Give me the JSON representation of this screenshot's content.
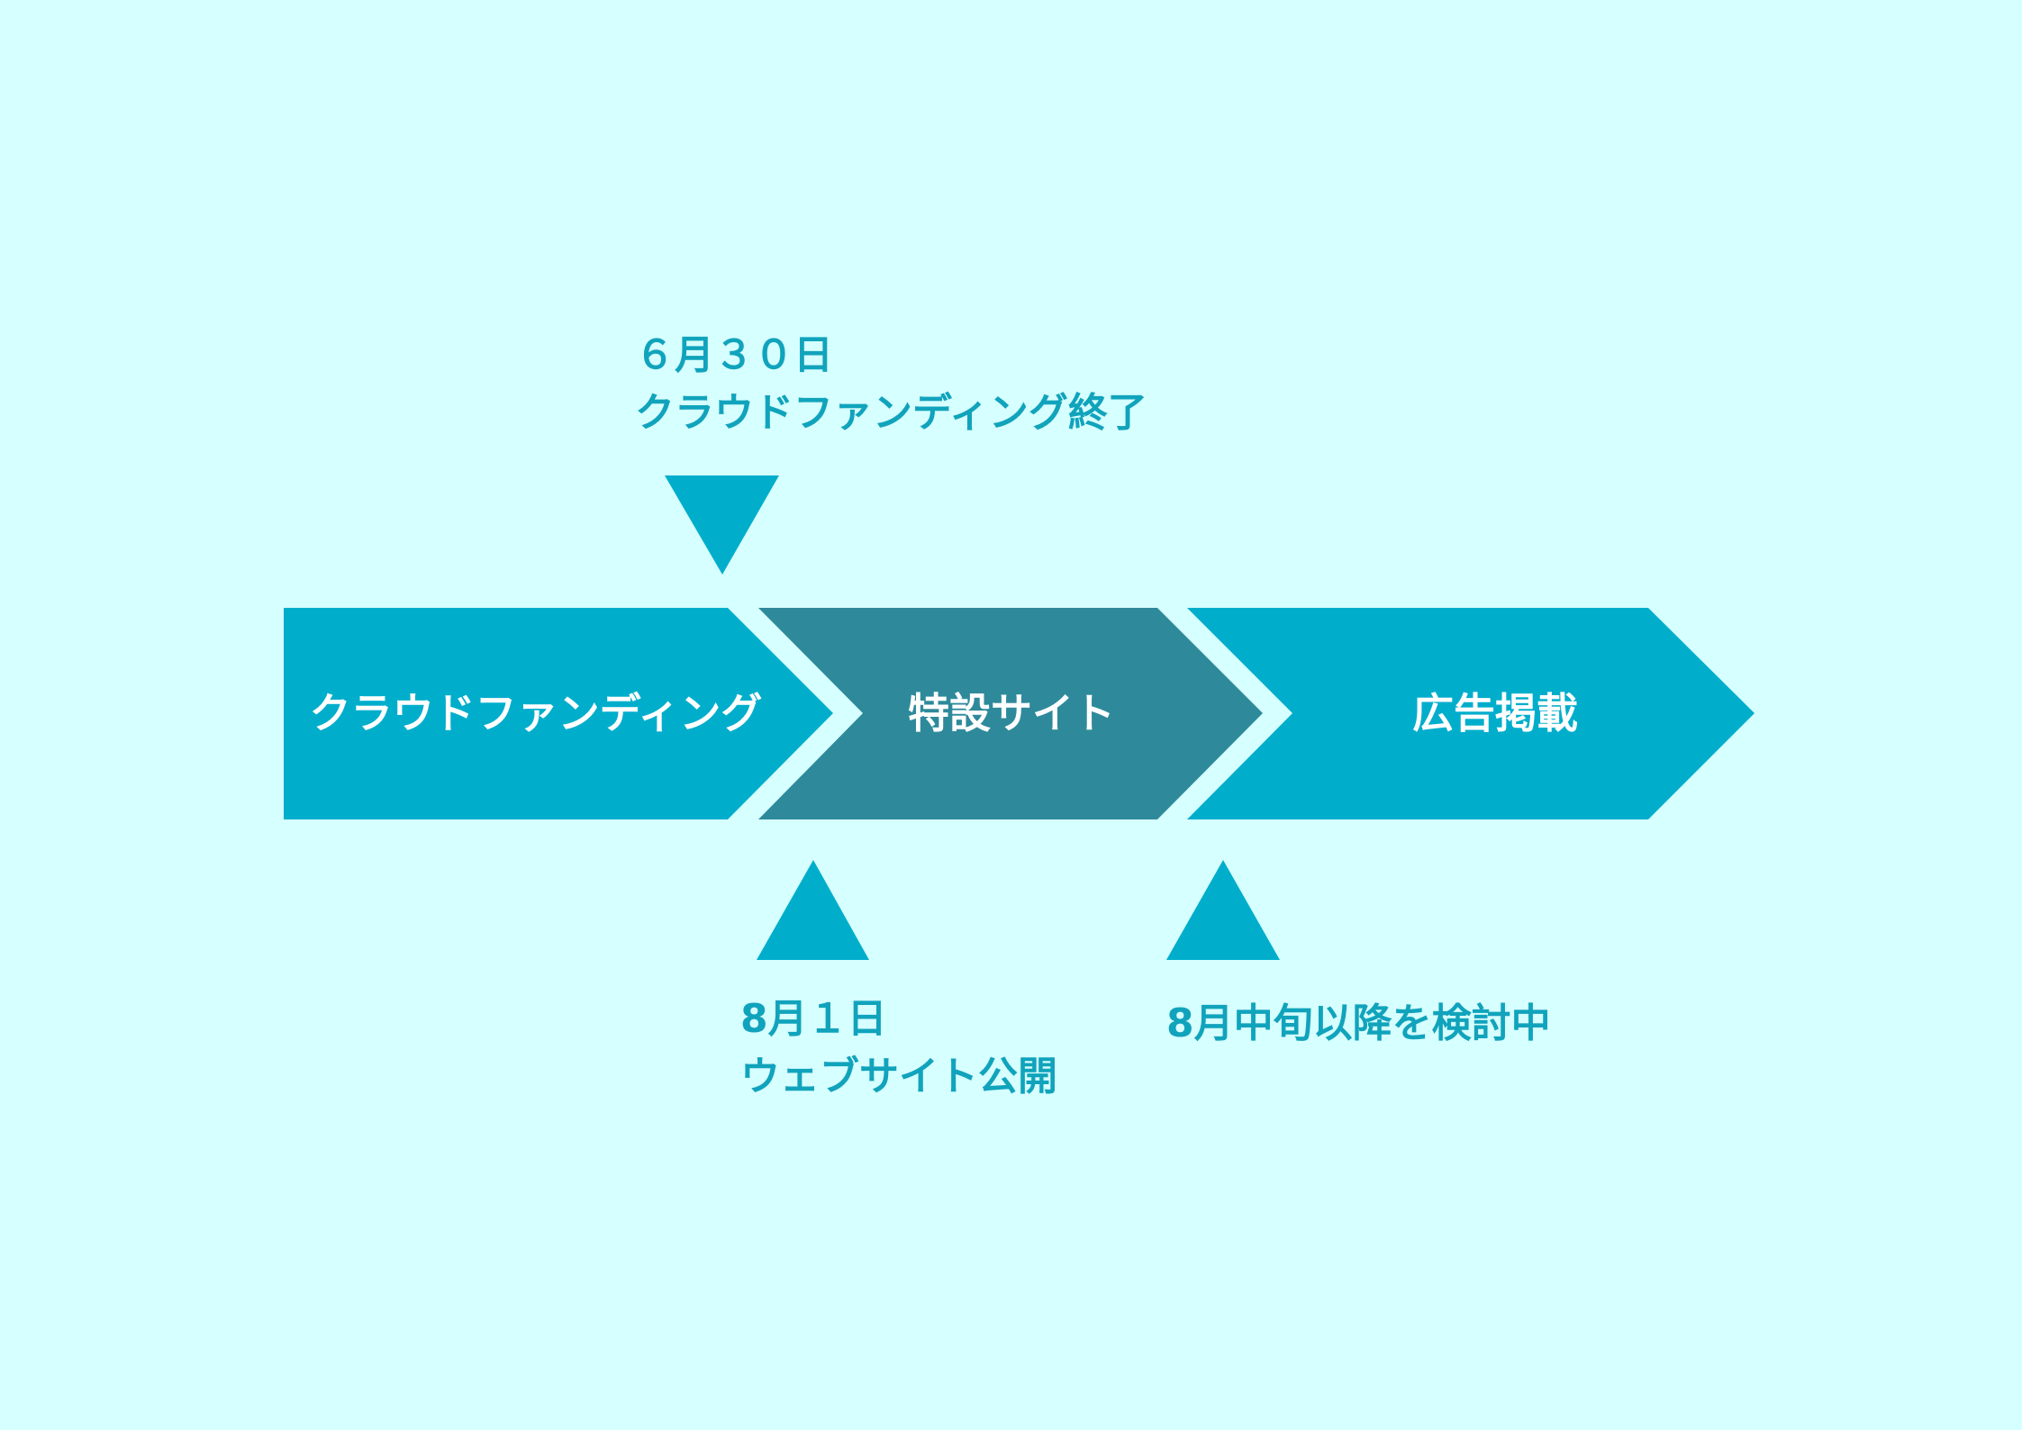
{
  "colors": {
    "background": "#d6ffff",
    "stage_primary": "#00aecc",
    "stage_secondary": "#2e8a9b",
    "marker": "#00aecc",
    "stage_text": "#ffffff",
    "note_text": "#11a3bc"
  },
  "stages": [
    {
      "label": "クラウドファンディング"
    },
    {
      "label": "特設サイト"
    },
    {
      "label": "広告掲載"
    }
  ],
  "milestones": [
    {
      "date": "６月３０日",
      "event": "クラウドファンディング終了"
    },
    {
      "date": "8月１日",
      "event": "ウェブサイト公開"
    },
    {
      "date": "8月中旬以降を検討中",
      "event": ""
    }
  ]
}
